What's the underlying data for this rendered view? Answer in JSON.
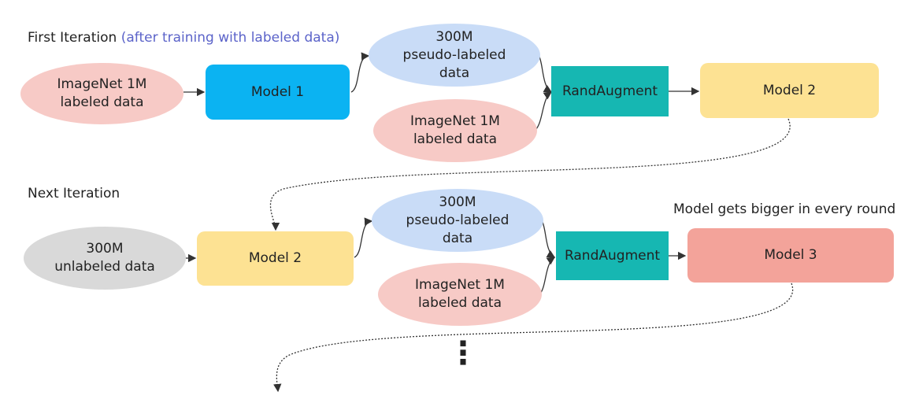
{
  "first_iteration": {
    "title": "First Iteration",
    "title_note": "(after training with labeled data)",
    "input": [
      "ImageNet 1M",
      "labeled data"
    ],
    "model": "Model 1",
    "pseudo": [
      "300M",
      "pseudo-labeled",
      "data"
    ],
    "labeled": [
      "ImageNet 1M",
      "labeled data"
    ],
    "augment": "RandAugment",
    "student": "Model 2"
  },
  "next_iteration": {
    "title": "Next Iteration",
    "input": [
      "300M",
      "unlabeled data"
    ],
    "model": "Model 2",
    "pseudo": [
      "300M",
      "pseudo-labeled",
      "data"
    ],
    "labeled": [
      "ImageNet 1M",
      "labeled data"
    ],
    "augment": "RandAugment",
    "student": "Model 3",
    "note": "Model gets bigger in every round"
  },
  "colors": {
    "labeled_fill": "#f7cac6",
    "pseudo_fill": "#c9dcf7",
    "unlabeled_fill": "#d9d9d9",
    "model1_fill": "#0bb3f2",
    "model2_fill": "#fde293",
    "model3_fill": "#f3a39a",
    "augment_fill": "#16b7b2",
    "accent_text": "#5b63c9"
  },
  "continuation_mark": "⋮"
}
